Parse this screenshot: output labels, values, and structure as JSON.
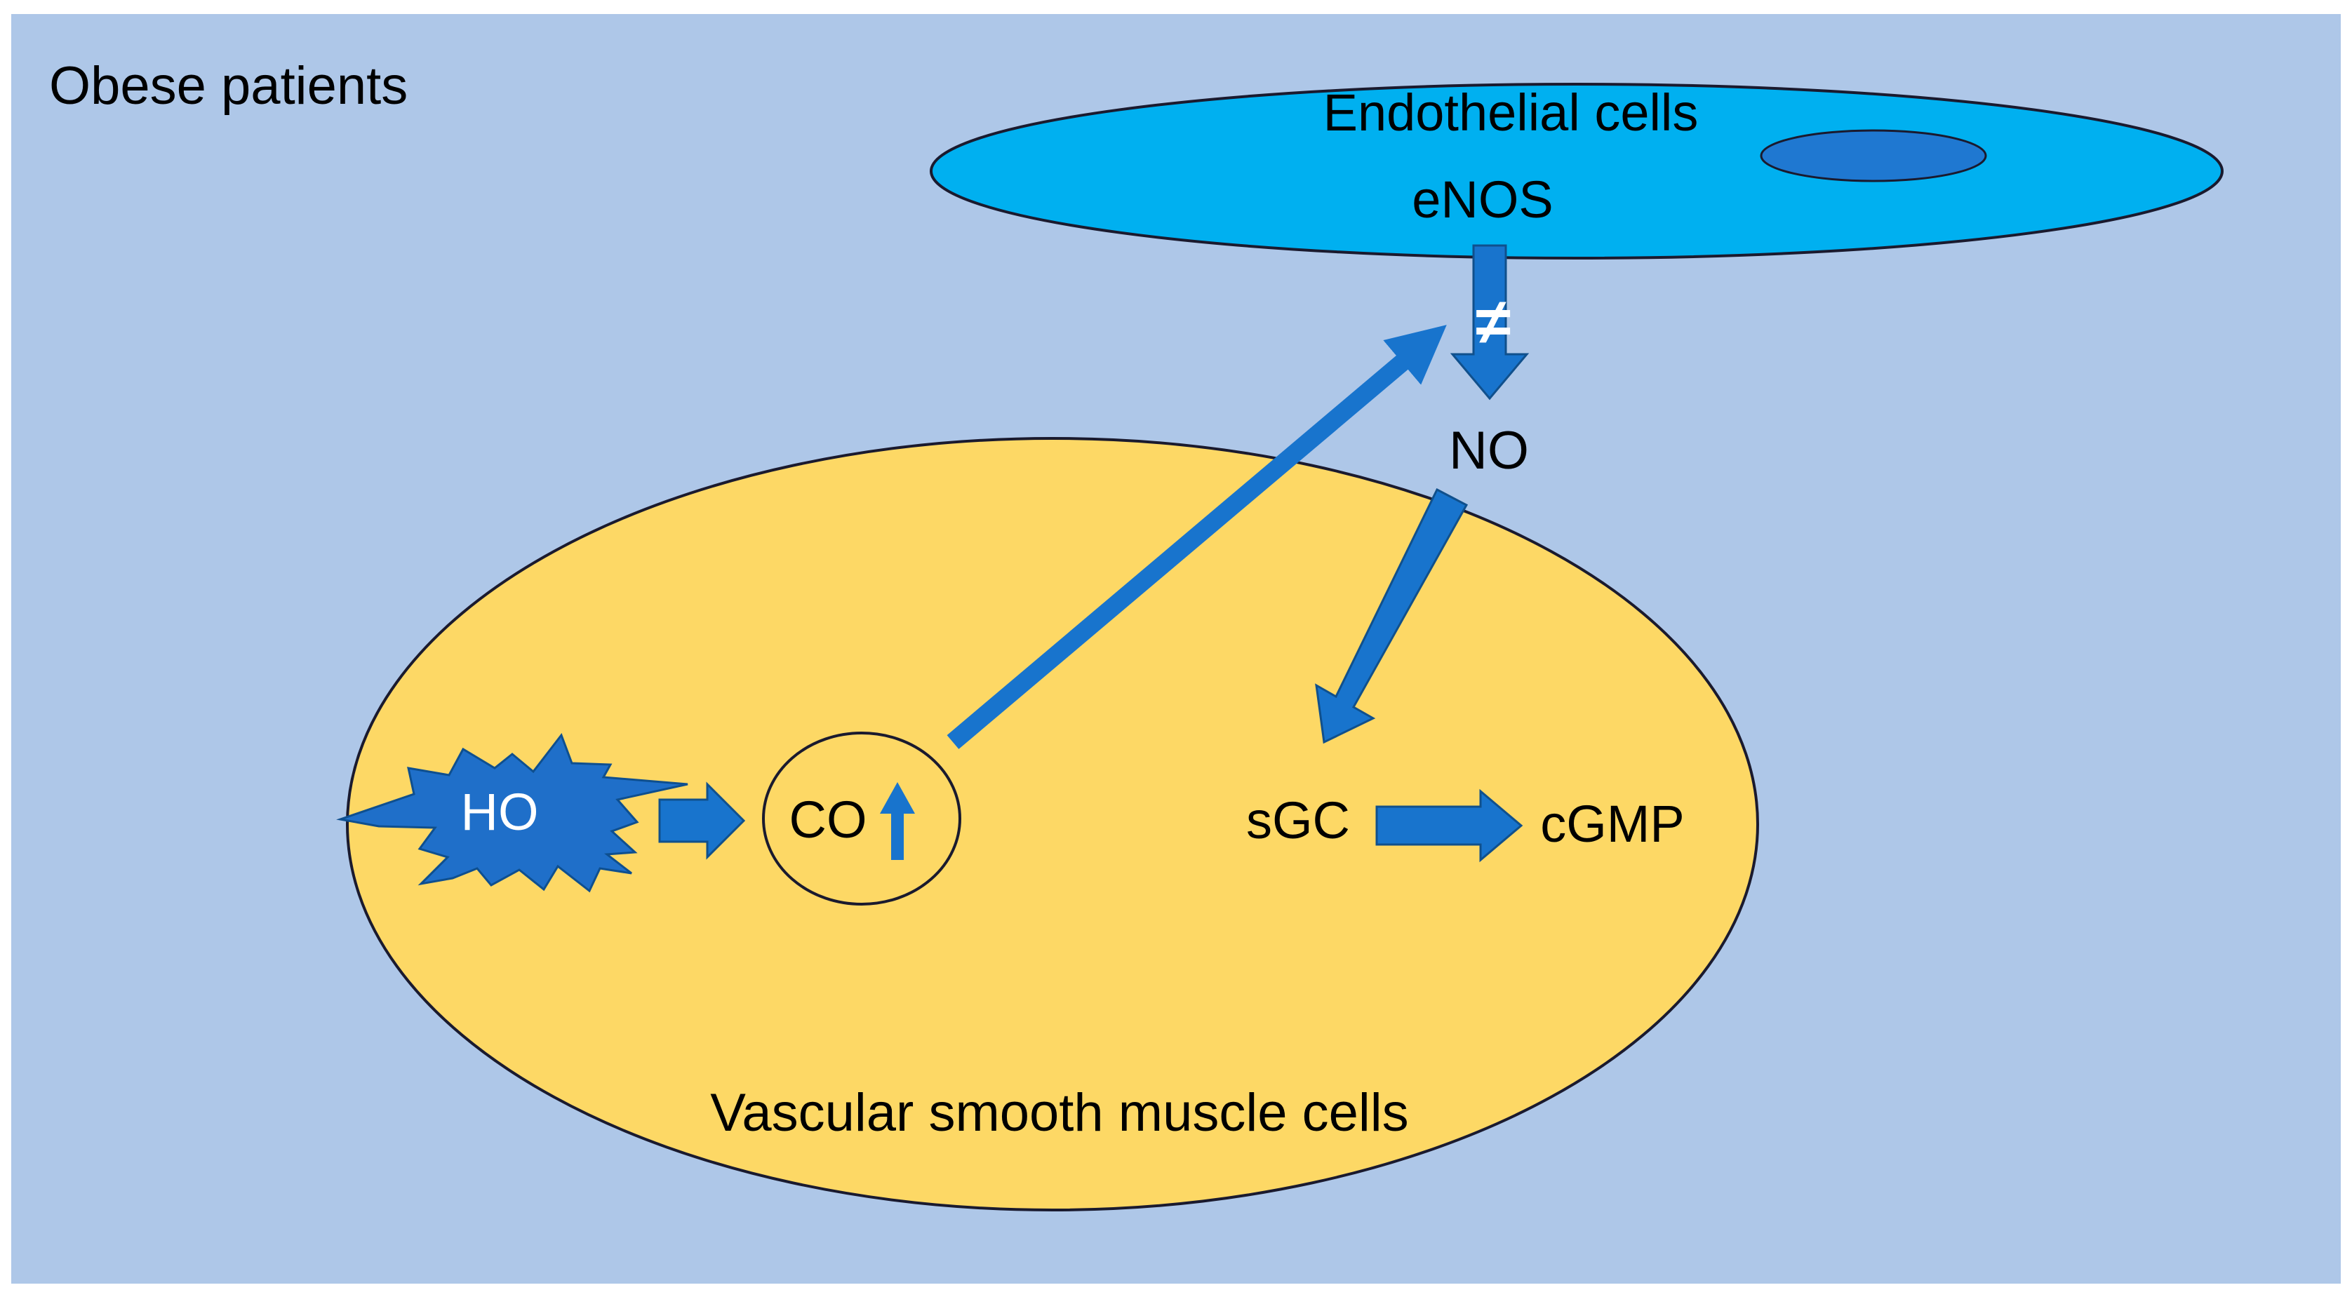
{
  "title": "Obese patients",
  "labels": {
    "endothelial": "Endothelial cells",
    "enos": "eNOS",
    "inhibit": "≠",
    "no": "NO",
    "ho": "HO",
    "co": "CO",
    "sgc": "sGC",
    "cgmp": "cGMP",
    "vsmc": "Vascular smooth muscle cells"
  },
  "colors": {
    "background": "#aec7e8",
    "endothelial_cell": "#00b0f0",
    "nucleus": "#1f78d1",
    "smooth_muscle_cell": "#fdd865",
    "arrow": "#1874cd",
    "outline": "#1a1a2e"
  }
}
